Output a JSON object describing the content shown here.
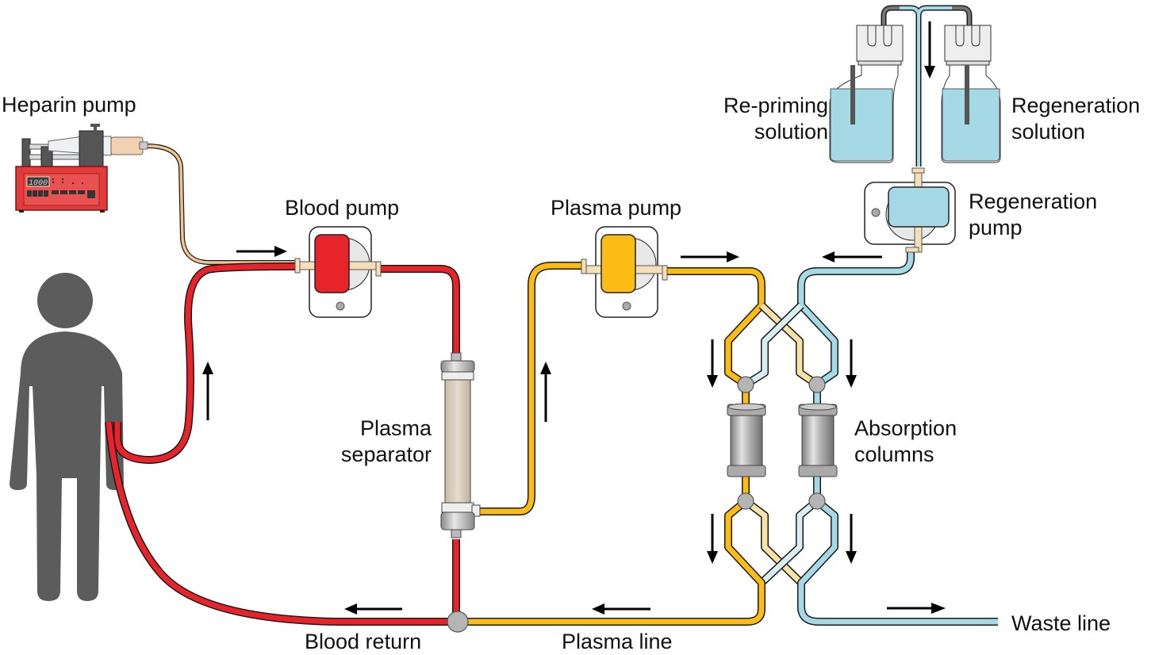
{
  "title": "Immunoadsorption / plasma separation circuit",
  "labels": {
    "heparin_pump": "Heparin pump",
    "blood_pump": "Blood pump",
    "plasma_pump": "Plasma pump",
    "re_priming_1": "Re-priming",
    "re_priming_2": "solution",
    "regen_solution_1": "Regeneration",
    "regen_solution_2": "solution",
    "regen_pump_1": "Regeneration",
    "regen_pump_2": "pump",
    "plasma_separator_1": "Plasma",
    "plasma_separator_2": "separator",
    "absorption_1": "Absorption",
    "absorption_2": "columns",
    "blood_return": "Blood return",
    "plasma_line": "Plasma line",
    "waste_line": "Waste line"
  },
  "heparin_display": "1000",
  "colors": {
    "blood": "#e8232a",
    "plasma": "#fbbd15",
    "plasma_light": "#f7e3a6",
    "regen": "#a6d9e6",
    "regen_light": "#d9eef3",
    "heparin_line": "#f3c48f",
    "person": "#5c5c5c",
    "pump_body": "#e33a3a",
    "junction": "#b5b5b5"
  },
  "flow_arrows": [
    {
      "id": "heparin-to-blood",
      "direction": "right"
    },
    {
      "id": "blood-up",
      "direction": "up"
    },
    {
      "id": "plasma-up",
      "direction": "up"
    },
    {
      "id": "plasma-right",
      "direction": "right"
    },
    {
      "id": "regen-left",
      "direction": "left"
    },
    {
      "id": "solution-down",
      "direction": "down"
    },
    {
      "id": "columns-in-left",
      "direction": "down"
    },
    {
      "id": "columns-in-right",
      "direction": "down"
    },
    {
      "id": "columns-out-left",
      "direction": "down"
    },
    {
      "id": "columns-out-right",
      "direction": "down"
    },
    {
      "id": "blood-return",
      "direction": "left"
    },
    {
      "id": "plasma-line",
      "direction": "left"
    },
    {
      "id": "waste",
      "direction": "right"
    }
  ]
}
